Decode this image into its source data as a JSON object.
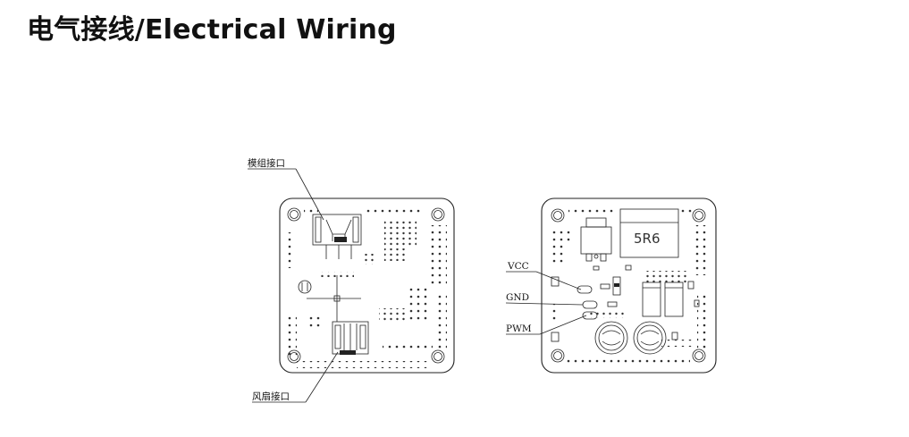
{
  "title": "电气接线/Electrical Wiring",
  "left_board": {
    "module_interface_label": "模组接口",
    "fan_interface_label": "风扇接口"
  },
  "right_board": {
    "inductor_marking": "5R6",
    "pin_labels": {
      "vcc": "VCC",
      "gnd": "GND",
      "pwm": "PWM"
    }
  }
}
